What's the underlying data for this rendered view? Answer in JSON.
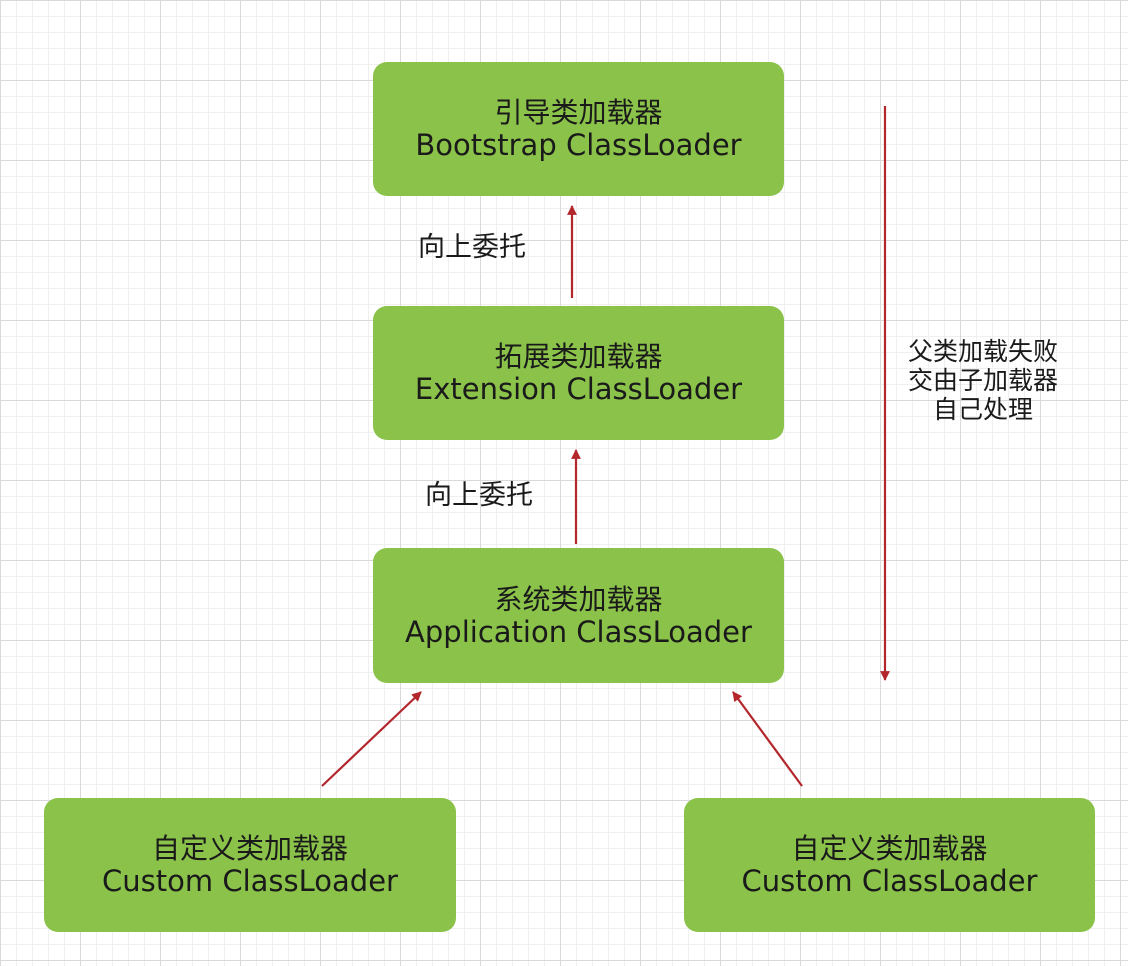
{
  "nodes": {
    "bootstrap": {
      "cn": "引导类加载器",
      "en": "Bootstrap ClassLoader"
    },
    "extension": {
      "cn": "拓展类加载器",
      "en": "Extension ClassLoader"
    },
    "application": {
      "cn": "系统类加载器",
      "en": "Application ClassLoader"
    },
    "custom_left": {
      "cn": "自定义类加载器",
      "en": "Custom ClassLoader"
    },
    "custom_right": {
      "cn": "自定义类加载器",
      "en": "Custom ClassLoader"
    }
  },
  "labels": {
    "delegate_up_1": "向上委托",
    "delegate_up_2": "向上委托",
    "fallback_line1": "父类加载失败",
    "fallback_line2": "交由子加载器",
    "fallback_line3": "自己处理"
  },
  "edges": [
    {
      "from": "extension",
      "to": "bootstrap",
      "label": "向上委托"
    },
    {
      "from": "application",
      "to": "extension",
      "label": "向上委托"
    },
    {
      "from": "custom_left",
      "to": "application"
    },
    {
      "from": "custom_right",
      "to": "application"
    }
  ],
  "colors": {
    "node_fill": "#8bc34a",
    "arrow": "#b3262c",
    "text": "#1a1a1a"
  }
}
